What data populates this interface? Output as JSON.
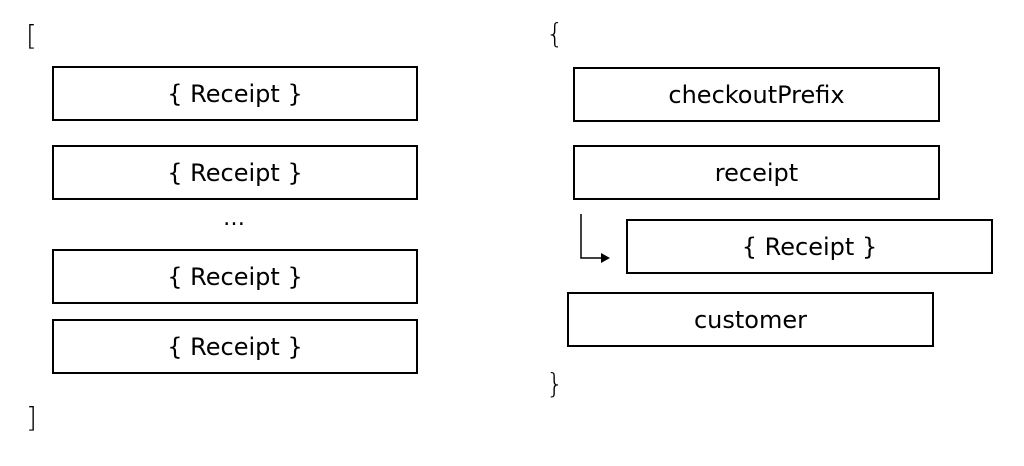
{
  "left_array": {
    "open_bracket": "[",
    "close_bracket": "]",
    "items": [
      {
        "label": "{ Receipt }"
      },
      {
        "label": "{ Receipt }"
      },
      {
        "label": "{ Receipt }"
      },
      {
        "label": "{ Receipt }"
      }
    ],
    "ellipsis": "…"
  },
  "right_object": {
    "open_brace": "{",
    "close_brace": "}",
    "fields": {
      "checkout_prefix": "checkoutPrefix",
      "receipt": "receipt",
      "receipt_value": "{ Receipt }",
      "customer": "customer"
    }
  }
}
